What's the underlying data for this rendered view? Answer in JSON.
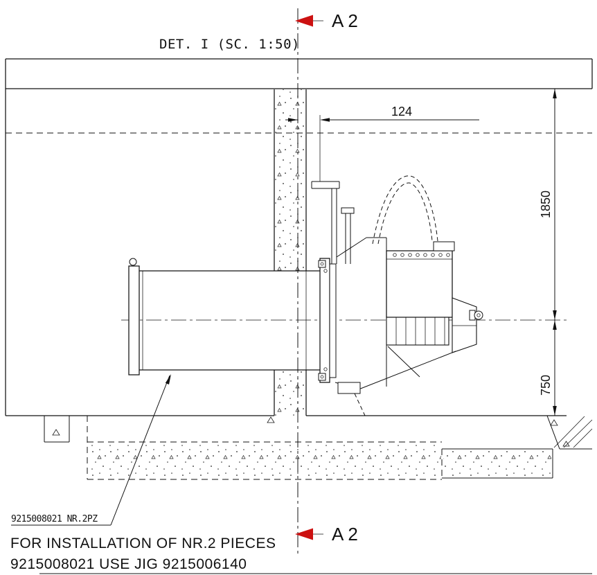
{
  "drawing": {
    "title": "DET. I (SC. 1:50)",
    "section": {
      "top_label": "A2",
      "bottom_label": "A2"
    },
    "dimensions": {
      "offset_mm": "124",
      "upper_mm": "1850",
      "lower_mm": "750"
    },
    "leader": {
      "part_label": "9215008021 NR.2PZ"
    },
    "notes": {
      "line1": "FOR INSTALLATION OF NR.2 PIECES",
      "line2": "9215008021 USE JIG 9215006140"
    },
    "colors": {
      "ink": "#111111",
      "section_arrow": "#cc1111",
      "paper": "#ffffff"
    }
  }
}
